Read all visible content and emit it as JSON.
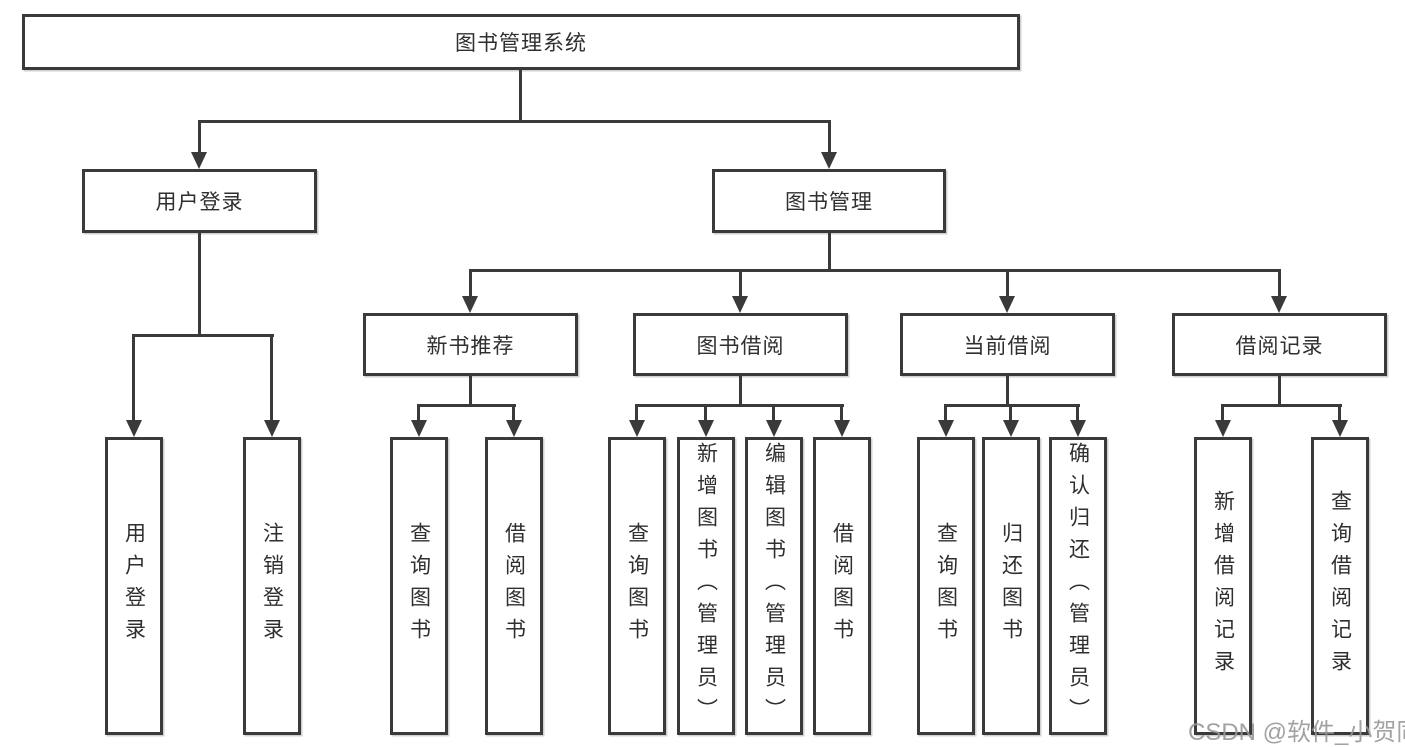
{
  "nodes": {
    "root": {
      "label": "图书管理系统"
    },
    "level2": [
      {
        "label": "用户登录"
      },
      {
        "label": "图书管理"
      }
    ],
    "level3": [
      {
        "label": "新书推荐"
      },
      {
        "label": "图书借阅"
      },
      {
        "label": "当前借阅"
      },
      {
        "label": "借阅记录"
      }
    ],
    "level4": [
      {
        "label": "用户登录"
      },
      {
        "label": "注销登录"
      },
      {
        "label": "查询图书"
      },
      {
        "label": "借阅图书"
      },
      {
        "label": "查询图书"
      },
      {
        "label": "新增图书（管理员）"
      },
      {
        "label": "编辑图书（管理员）"
      },
      {
        "label": "借阅图书"
      },
      {
        "label": "查询图书"
      },
      {
        "label": "归还图书"
      },
      {
        "label": "确认归还（管理员）"
      },
      {
        "label": "新增借阅记录"
      },
      {
        "label": "查询借阅记录"
      }
    ]
  },
  "hierarchy": {
    "图书管理系统": {
      "用户登录": [
        "用户登录",
        "注销登录"
      ],
      "图书管理": {
        "新书推荐": [
          "查询图书",
          "借阅图书"
        ],
        "图书借阅": [
          "查询图书",
          "新增图书（管理员）",
          "编辑图书（管理员）",
          "借阅图书"
        ],
        "当前借阅": [
          "查询图书",
          "归还图书",
          "确认归还（管理员）"
        ],
        "借阅记录": [
          "新增借阅记录",
          "查询借阅记录"
        ]
      }
    }
  },
  "watermark": {
    "text": "CSDN @软件_小贺同学"
  },
  "colors": {
    "line": "#3a3a3a",
    "text": "#2f2f2f",
    "watermark": "#989898",
    "background": "#ffffff"
  }
}
